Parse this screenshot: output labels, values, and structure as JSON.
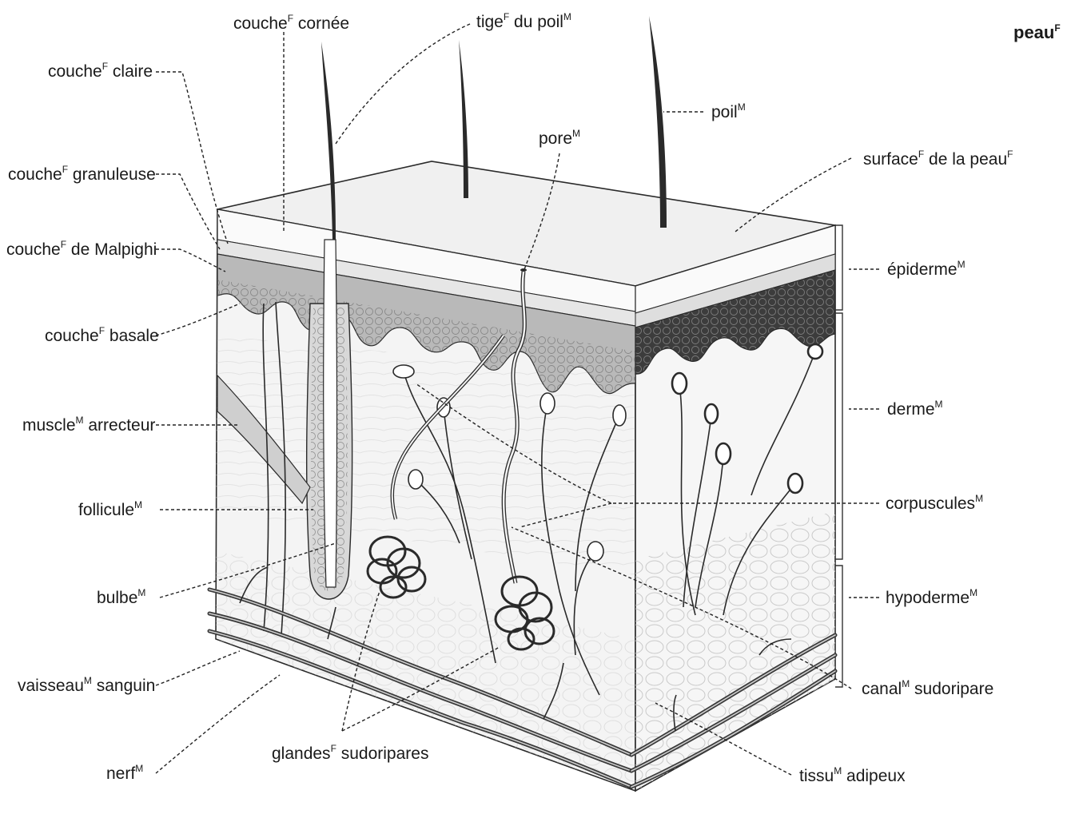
{
  "title": {
    "text": "peau",
    "gender": "F"
  },
  "labels": {
    "couche_cornee": {
      "text": "couche",
      "gender": "F",
      "tail": " cornée"
    },
    "tige_du_poil": {
      "text": "tige",
      "gender": "F",
      "tail": " du poil",
      "gender2": "M"
    },
    "couche_claire": {
      "text": "couche",
      "gender": "F",
      "tail": " claire"
    },
    "couche_granuleuse": {
      "text": "couche",
      "gender": "F",
      "tail": " granuleuse"
    },
    "couche_malpighi": {
      "text": "couche",
      "gender": "F",
      "tail": " de Malpighi"
    },
    "couche_basale": {
      "text": "couche",
      "gender": "F",
      "tail": " basale"
    },
    "muscle_arrecteur": {
      "text": "muscle",
      "gender": "M",
      "tail": " arrecteur"
    },
    "follicule": {
      "text": "follicule",
      "gender": "M",
      "tail": ""
    },
    "bulbe": {
      "text": "bulbe",
      "gender": "M",
      "tail": ""
    },
    "vaisseau_sanguin": {
      "text": "vaisseau",
      "gender": "M",
      "tail": " sanguin"
    },
    "nerf": {
      "text": "nerf",
      "gender": "M",
      "tail": ""
    },
    "glandes_sudoripares": {
      "text": "glandes",
      "gender": "F",
      "tail": " sudoripares"
    },
    "pore": {
      "text": "pore",
      "gender": "M",
      "tail": ""
    },
    "poil": {
      "text": "poil",
      "gender": "M",
      "tail": ""
    },
    "surface_de_la_peau": {
      "text": "surface",
      "gender": "F",
      "tail": " de la peau",
      "gender2": "F"
    },
    "epiderme": {
      "text": "épiderme",
      "gender": "M",
      "tail": ""
    },
    "derme": {
      "text": "derme",
      "gender": "M",
      "tail": ""
    },
    "corpuscules": {
      "text": "corpuscules",
      "gender": "M",
      "tail": ""
    },
    "hypoderme": {
      "text": "hypoderme",
      "gender": "M",
      "tail": ""
    },
    "canal_sudoripare": {
      "text": "canal",
      "gender": "M",
      "tail": " sudoripare"
    },
    "tissu_adipeux": {
      "text": "tissu",
      "gender": "M",
      "tail": " adipeux"
    }
  },
  "colors": {
    "ink": "#2a2a2a",
    "basal_dark": "#3c3c3c",
    "malpighi_gray": "#b9b9b9",
    "dermis_fill": "#f4f4f4",
    "top_surface": "#f0f0f0"
  }
}
